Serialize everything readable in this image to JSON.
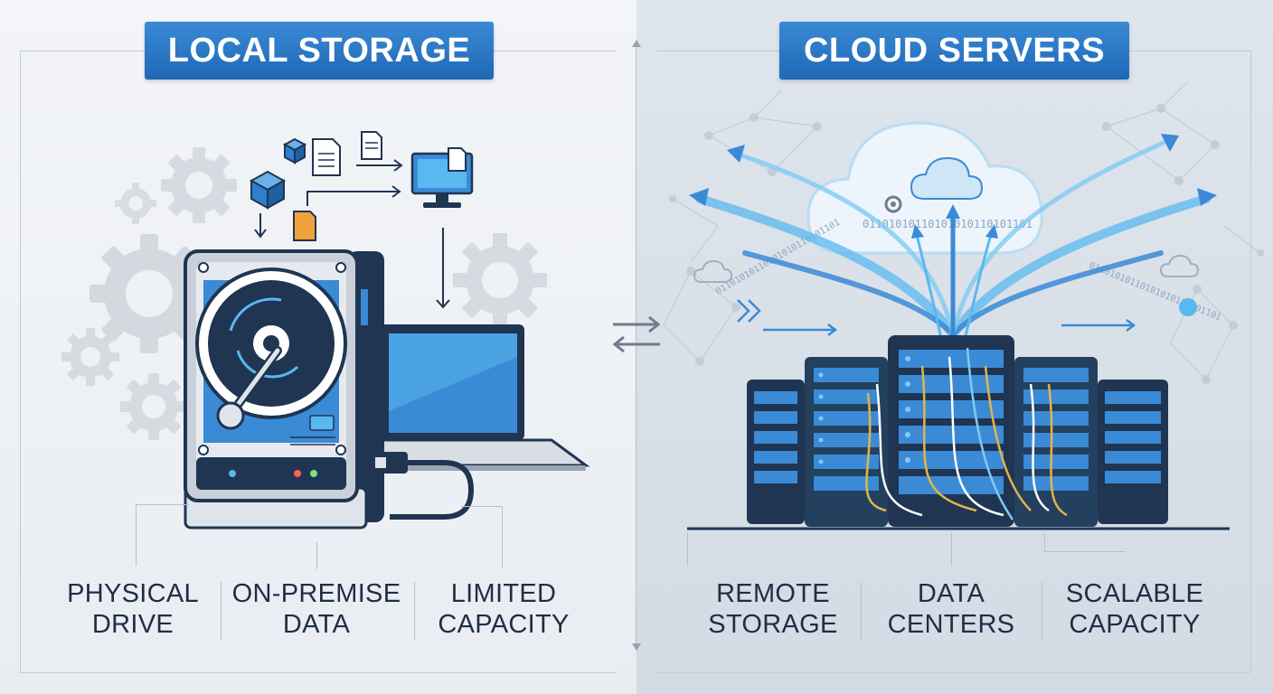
{
  "left_panel": {
    "title": "LOCAL STORAGE",
    "labels": [
      {
        "line1": "PHYSICAL",
        "line2": "DRIVE"
      },
      {
        "line1": "ON-PREMISE",
        "line2": "DATA"
      },
      {
        "line1": "LIMITED",
        "line2": "CAPACITY"
      }
    ]
  },
  "right_panel": {
    "title": "CLOUD SERVERS",
    "labels": [
      {
        "line1": "REMOTE",
        "line2": "STORAGE"
      },
      {
        "line1": "DATA",
        "line2": "CENTERS"
      },
      {
        "line1": "SCALABLE",
        "line2": "CAPACITY"
      }
    ],
    "binary_text": "01101010110101010110101101"
  },
  "colors": {
    "accent_blue": "#2f7fd0",
    "dark_navy": "#1f3552",
    "light_blue": "#5ab8f0",
    "gold": "#e2b44a",
    "orange_file": "#f0a23c"
  },
  "icons": [
    "hard-drive-icon",
    "laptop-icon",
    "monitor-icon",
    "file-icon",
    "cube-icon",
    "gear-icon",
    "cloud-icon",
    "server-rack-icon",
    "sync-arrows-icon"
  ]
}
